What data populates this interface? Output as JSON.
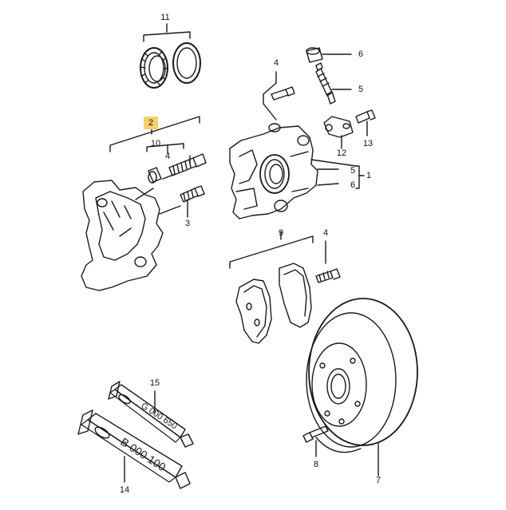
{
  "diagram": {
    "callouts": {
      "c1": "1",
      "c2": "2",
      "c3": "3",
      "c4a": "4",
      "c4b": "4",
      "c4c": "4",
      "c5": "5",
      "c5b": "5",
      "c6a": "6",
      "c6b": "6",
      "c7": "7",
      "c8": "8",
      "c9": "9",
      "c10": "10",
      "c11": "11",
      "c12": "12",
      "c13": "13",
      "c14": "14",
      "c15": "15"
    },
    "highlighted_callout": "2",
    "highlight_color": "#f5cf6a",
    "tube_upper_code": "G 000 650",
    "tube_lower_code": "B 000 100"
  }
}
